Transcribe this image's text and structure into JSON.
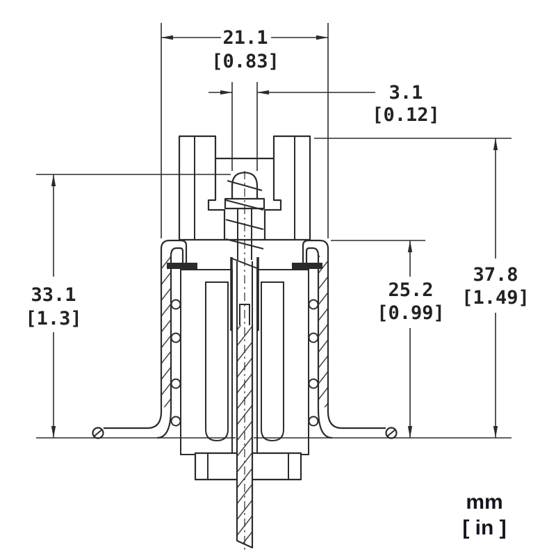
{
  "drawing": {
    "type": "technical-cross-section",
    "subject": "spring-loaded pin connector, sectional view with dimensions",
    "colors": {
      "background": "#ffffff",
      "line": "#2b2b2b",
      "dimension_text": "#222222",
      "units_text": "#15151f"
    },
    "dimensions": {
      "top_width": {
        "mm": "21.1",
        "inch": "[0.83]"
      },
      "plunger_width": {
        "mm": "3.1",
        "inch": "[0.12]"
      },
      "left_height": {
        "mm": "33.1",
        "inch": "[1.3]"
      },
      "mid_height": {
        "mm": "25.2",
        "inch": "[0.99]"
      },
      "right_height": {
        "mm": "37.8",
        "inch": "[1.49]"
      }
    },
    "units_legend": {
      "primary": "mm",
      "secondary": "[ in ]"
    }
  }
}
